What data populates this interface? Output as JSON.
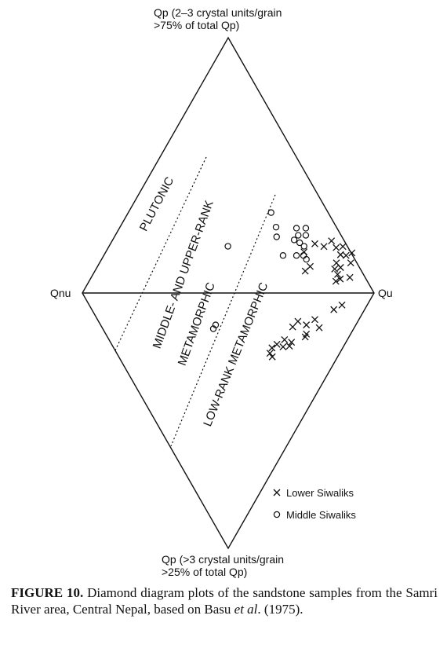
{
  "chart_data": {
    "type": "scatter",
    "diagram": "diamond",
    "vertices": {
      "top": {
        "line1": "Qp (2–3 crystal units/grain",
        "line2": ">75% of total Qp)"
      },
      "bottom": {
        "line1": "Qp (>3 crystal units/grain",
        "line2": ">25% of total Qp)"
      },
      "left": "Qnu",
      "right": "Qu"
    },
    "fields": [
      {
        "lines": [
          "PLUTONIC"
        ]
      },
      {
        "lines": [
          "MIDDLE- AND UPPER-RANK",
          "METAMORPHIC"
        ]
      },
      {
        "lines": [
          "LOW-RANK METAMORPHIC"
        ]
      }
    ],
    "axis_note": "x: 0 = Qnu, 1 = Qu; y: +1 = top Qp vertex, -1 = bottom Qp vertex",
    "series": [
      {
        "name": "Lower Siwaliks",
        "marker": "x",
        "points": [
          [
            0.76,
            0.161
          ],
          [
            0.797,
            0.193
          ],
          [
            0.828,
            0.182
          ],
          [
            0.854,
            0.204
          ],
          [
            0.87,
            0.178
          ],
          [
            0.893,
            0.182
          ],
          [
            0.885,
            0.15
          ],
          [
            0.904,
            0.147
          ],
          [
            0.924,
            0.157
          ],
          [
            0.871,
            0.118
          ],
          [
            0.92,
            0.118
          ],
          [
            0.885,
            0.1
          ],
          [
            0.764,
            0.086
          ],
          [
            0.875,
            0.073
          ],
          [
            0.865,
            0.094
          ],
          [
            0.869,
            0.046
          ],
          [
            0.884,
            0.055
          ],
          [
            0.781,
            0.104
          ],
          [
            0.917,
            0.061
          ],
          [
            0.89,
            -0.047
          ],
          [
            0.797,
            -0.104
          ],
          [
            0.862,
            -0.065
          ],
          [
            0.812,
            -0.136
          ],
          [
            0.721,
            -0.133
          ],
          [
            0.739,
            -0.111
          ],
          [
            0.768,
            -0.125
          ],
          [
            0.768,
            -0.161
          ],
          [
            0.764,
            -0.172
          ],
          [
            0.693,
            -0.183
          ],
          [
            0.717,
            -0.193
          ],
          [
            0.71,
            -0.208
          ],
          [
            0.688,
            -0.211
          ],
          [
            0.667,
            -0.201
          ],
          [
            0.65,
            -0.215
          ],
          [
            0.651,
            -0.25
          ],
          [
            0.643,
            -0.236
          ]
        ]
      },
      {
        "name": "Middle Siwaliks",
        "marker": "o",
        "points": [
          [
            0.647,
            0.315
          ],
          [
            0.664,
            0.258
          ],
          [
            0.734,
            0.254
          ],
          [
            0.766,
            0.254
          ],
          [
            0.666,
            0.22
          ],
          [
            0.766,
            0.226
          ],
          [
            0.74,
            0.226
          ],
          [
            0.745,
            0.197
          ],
          [
            0.726,
            0.208
          ],
          [
            0.76,
            0.183
          ],
          [
            0.688,
            0.147
          ],
          [
            0.734,
            0.147
          ],
          [
            0.758,
            0.147
          ],
          [
            0.768,
            0.132
          ],
          [
            0.499,
            0.183
          ],
          [
            0.457,
            -0.125
          ],
          [
            0.449,
            -0.14
          ]
        ]
      }
    ],
    "legend": {
      "placement": "bottom-right"
    }
  },
  "caption": {
    "label": "FIGURE 10.",
    "text_before_italic": " Diamond diagram plots of the sandstone samples from the Samri River area, Central Nepal, based on Basu ",
    "italic": "et al",
    "text_after_italic": ". (1975)."
  }
}
